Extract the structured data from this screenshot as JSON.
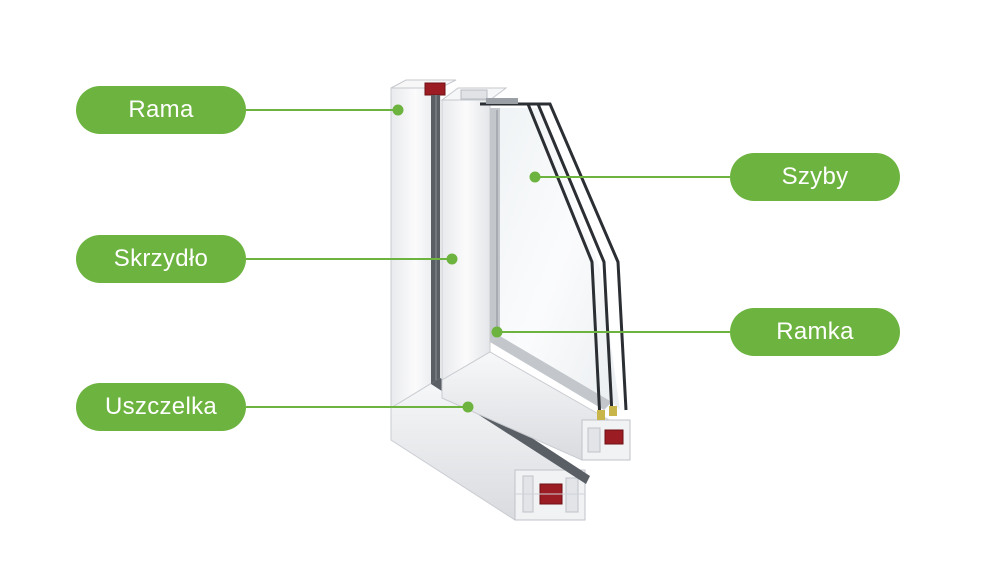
{
  "colors": {
    "accent": "#6db33f",
    "profile": "#f3f4f6",
    "profile_shade": "#dfe1e5",
    "gasket": "#555a60",
    "glass_edge": "#2b2f33",
    "steel_core": "#9b1c23"
  },
  "labels": {
    "rama": "Rama",
    "skrzydlo": "Skrzydło",
    "uszczelka": "Uszczelka",
    "szyby": "Szyby",
    "ramka": "Ramka"
  }
}
